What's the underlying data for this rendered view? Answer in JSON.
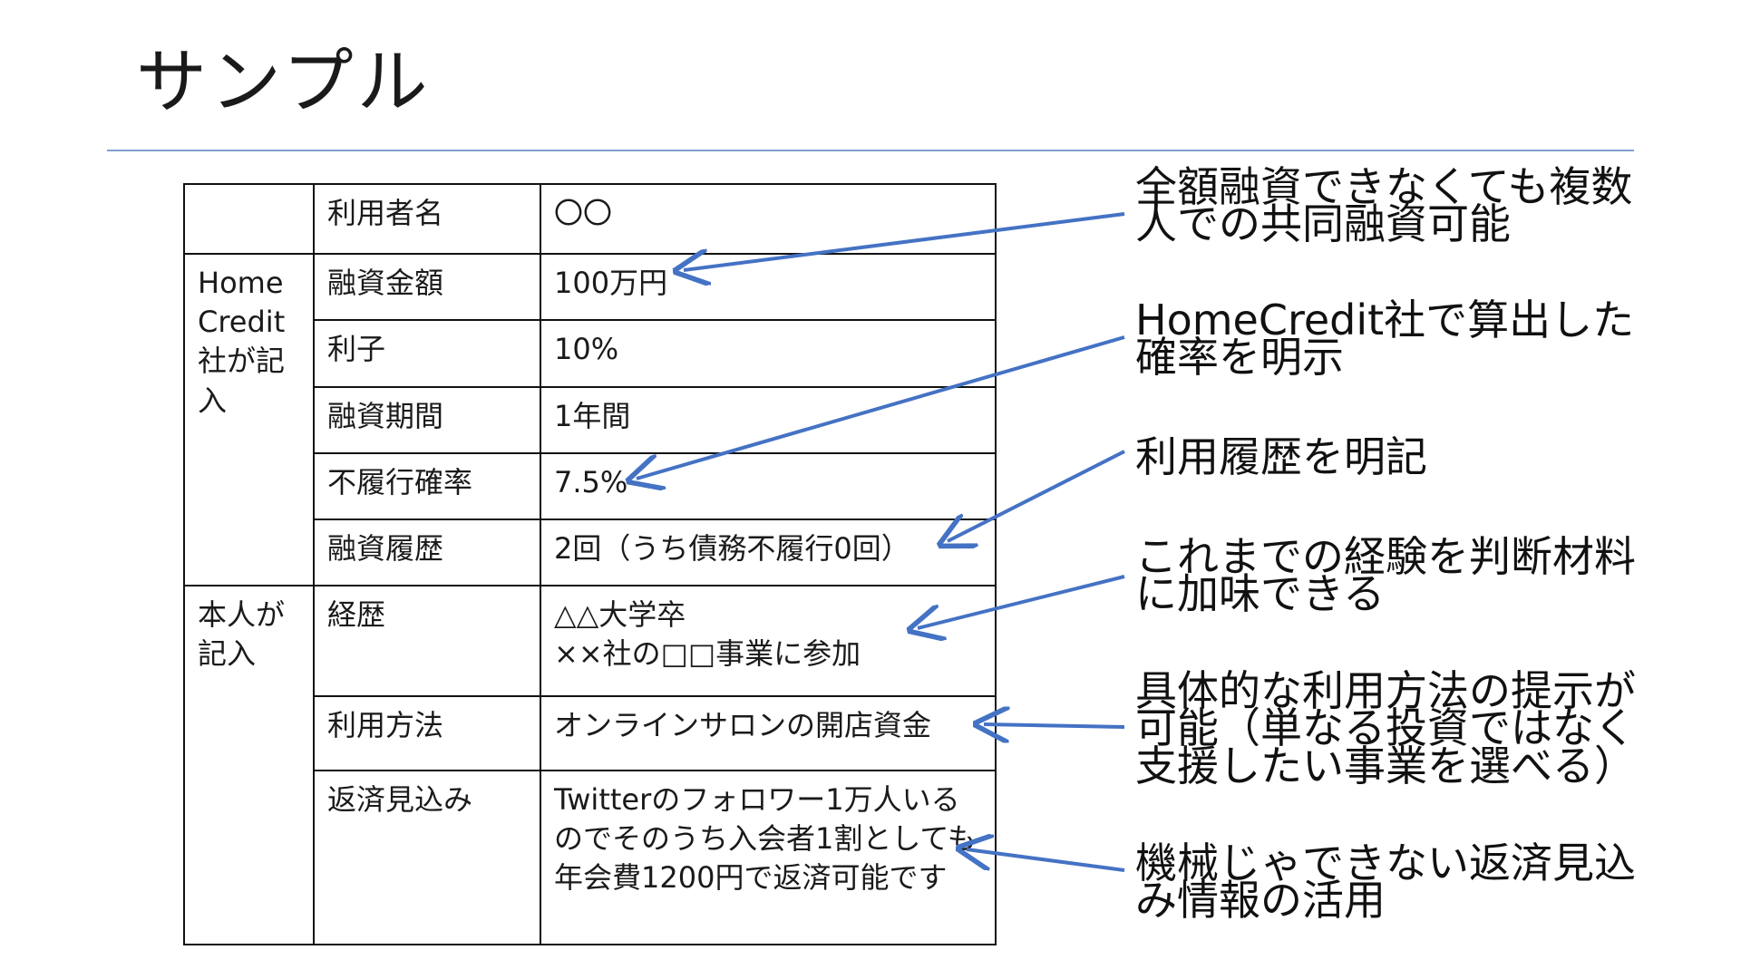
{
  "slide": {
    "title": "サンプル"
  },
  "table": {
    "rows": [
      {
        "c1": "",
        "c2": "利用者名",
        "c3": "〇〇"
      },
      {
        "c1": "Home Credit社が記入",
        "c2": "融資金額",
        "c3": "100万円"
      },
      {
        "c2": "利子",
        "c3": "10%"
      },
      {
        "c2": "融資期間",
        "c3": "1年間"
      },
      {
        "c2": "不履行確率",
        "c3": "7.5%"
      },
      {
        "c2": "融資履歴",
        "c3": "2回（うち債務不履行0回）"
      },
      {
        "c1": "本人が記入",
        "c2": "経歴",
        "c3_line1": "△△大学卒",
        "c3_line2": "××社の□□事業に参加"
      },
      {
        "c2": "利用方法",
        "c3": "オンラインサロンの開店資金"
      },
      {
        "c2": "返済見込み",
        "c3": "Twitterのフォロワー1万人いるのでそのうち入会者1割としても年会費1200円で返済可能です"
      }
    ]
  },
  "annotations": [
    {
      "lines": [
        "全額融資できなくても複数",
        "人での共同融資可能"
      ]
    },
    {
      "lines": [
        "HomeCredit社で算出した",
        "確率を明示"
      ]
    },
    {
      "lines": [
        "利用履歴を明記"
      ]
    },
    {
      "lines": [
        "これまでの経験を判断材料",
        "に加味できる"
      ]
    },
    {
      "lines": [
        "具体的な利用方法の提示が",
        "可能（単なる投資ではなく",
        "支援したい事業を選べる）"
      ]
    },
    {
      "lines": [
        "機械じゃできない返済見込",
        "み情報の活用"
      ]
    }
  ],
  "colors": {
    "arrow": "#4472c4",
    "rule": "#7f9fd0",
    "border": "#111111"
  }
}
